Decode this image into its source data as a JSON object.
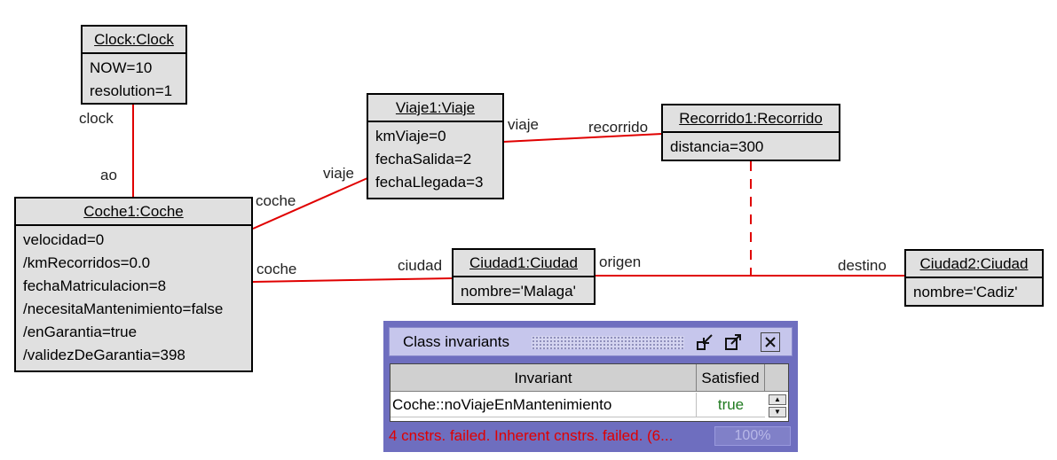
{
  "objects": {
    "clock": {
      "title": "Clock:Clock",
      "attrs": [
        "NOW=10",
        "resolution=1"
      ]
    },
    "coche1": {
      "title": "Coche1:Coche",
      "attrs": [
        "velocidad=0",
        "/kmRecorridos=0.0",
        "fechaMatriculacion=8",
        "/necesitaMantenimiento=false",
        "/enGarantia=true",
        "/validezDeGarantia=398"
      ]
    },
    "viaje1": {
      "title": "Viaje1:Viaje",
      "attrs": [
        "kmViaje=0",
        "fechaSalida=2",
        "fechaLlegada=3"
      ]
    },
    "recorrido1": {
      "title": "Recorrido1:Recorrido",
      "attrs": [
        "distancia=300"
      ]
    },
    "ciudad1": {
      "title": "Ciudad1:Ciudad",
      "attrs": [
        "nombre='Malaga'"
      ]
    },
    "ciudad2": {
      "title": "Ciudad2:Ciudad",
      "attrs": [
        "nombre='Cadiz'"
      ]
    }
  },
  "roles": {
    "clock": "clock",
    "ao": "ao",
    "coche_viaje": "coche",
    "viaje_coche": "viaje",
    "viaje_recorrido": "viaje",
    "recorrido": "recorrido",
    "coche_ciudad": "coche",
    "ciudad": "ciudad",
    "origen": "origen",
    "destino": "destino"
  },
  "link_color": "#e00000",
  "invariants_window": {
    "title": "Class invariants",
    "columns": {
      "invariant": "Invariant",
      "satisfied": "Satisfied"
    },
    "rows": [
      {
        "invariant": "Coche::noViajeEnMantenimiento",
        "satisfied": "true"
      }
    ],
    "status": "4 cnstrs. failed. Inherent cnstrs. failed. (6...",
    "progress_label": "100%",
    "progress": 1.0,
    "icons": [
      "minimize-icon",
      "maximize-icon",
      "close-icon"
    ]
  }
}
